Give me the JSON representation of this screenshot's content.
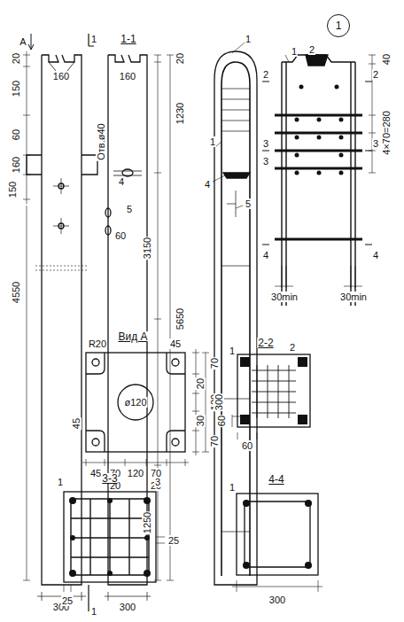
{
  "diagram": {
    "nodes": [
      {
        "text": [
          "1"
        ]
      }
    ],
    "labels": [
      "А",
      "1",
      "1-1",
      "1",
      "20",
      "150",
      "160",
      "60",
      "160",
      "150",
      "4550",
      "300",
      "160",
      "20",
      "1230",
      "Отв.ø40",
      "4",
      "3150",
      "5650",
      "5",
      "60",
      "1250",
      "300",
      "1",
      "1",
      "4",
      "5",
      "1",
      "2",
      "2",
      "2",
      "3",
      "3",
      "3",
      "4",
      "4",
      "40",
      "4×70=280",
      "30min",
      "30min",
      "Вид А",
      "R20",
      "45",
      "70",
      "20",
      "ø120",
      "120",
      "300",
      "30",
      "70",
      "45",
      "45",
      "70",
      "120",
      "70",
      "20",
      "20",
      "2-2",
      "1",
      "2",
      "60",
      "60",
      "3-3",
      "1",
      "3",
      "25",
      "25",
      "4-4",
      "1",
      "300"
    ]
  }
}
